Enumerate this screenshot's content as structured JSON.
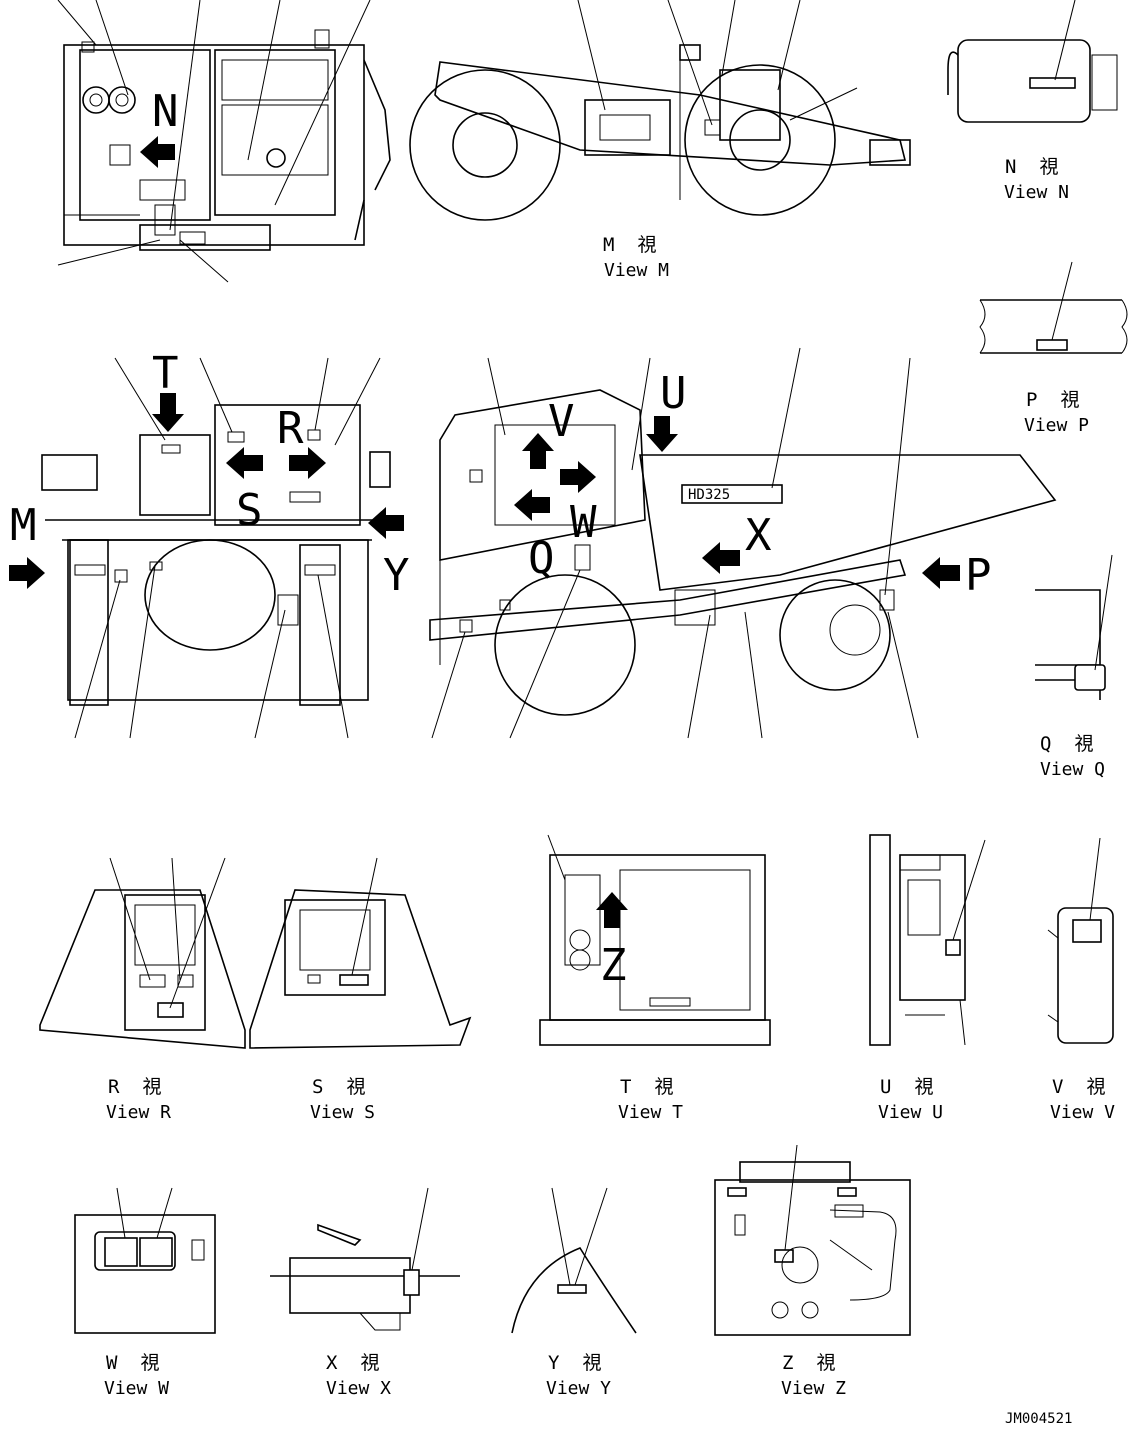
{
  "drawing_number": "JM004521",
  "views": {
    "N": {
      "jp": "N　視",
      "en": "View N"
    },
    "M": {
      "jp": "M　視",
      "en": "View M"
    },
    "P": {
      "jp": "P　視",
      "en": "View P"
    },
    "Q": {
      "jp": "Q　視",
      "en": "View Q"
    },
    "R": {
      "jp": "R　視",
      "en": "View R"
    },
    "S": {
      "jp": "S　視",
      "en": "View S"
    },
    "T": {
      "jp": "T　視",
      "en": "View T"
    },
    "U": {
      "jp": "U　視",
      "en": "View U"
    },
    "V": {
      "jp": "V　視",
      "en": "View V"
    },
    "W": {
      "jp": "W　視",
      "en": "View W"
    },
    "X": {
      "jp": "X　視",
      "en": "View X"
    },
    "Y": {
      "jp": "Y　視",
      "en": "View Y"
    },
    "Z": {
      "jp": "Z　視",
      "en": "View Z"
    }
  },
  "view_letters": {
    "N": "N",
    "T": "T",
    "R": "R",
    "S": "S",
    "M": "M",
    "Y": "Y",
    "V": "V",
    "U": "U",
    "W": "W",
    "Q": "Q",
    "X": "X",
    "P": "P",
    "Z": "Z"
  },
  "model_badge": "HD325"
}
